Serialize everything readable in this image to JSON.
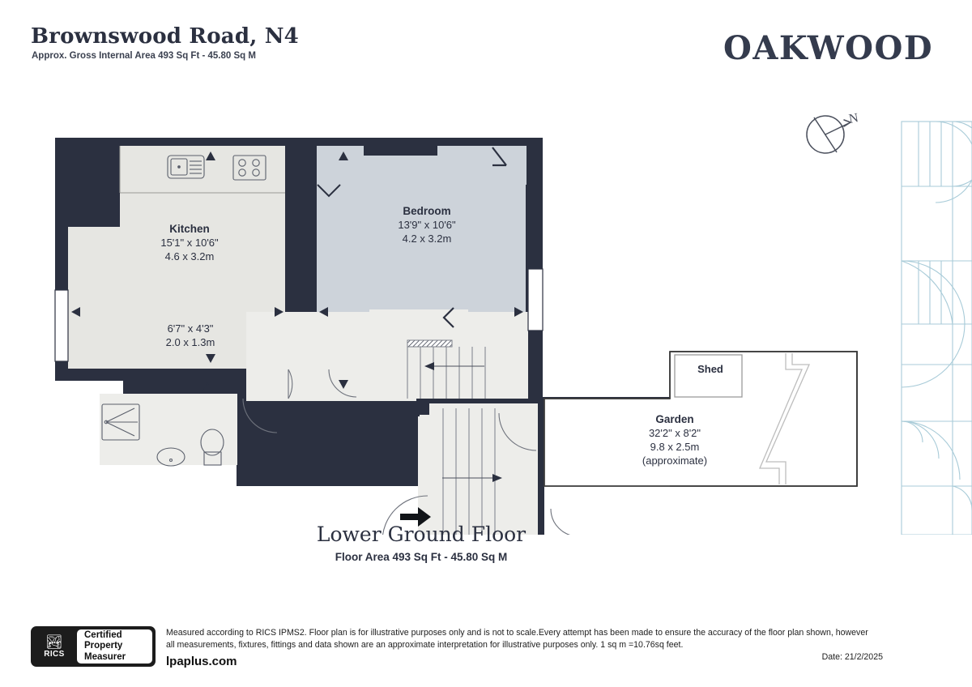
{
  "header": {
    "title": "Brownswood Road, N4",
    "subtitle": "Approx. Gross Internal Area 493 Sq Ft - 45.80 Sq M",
    "brand": "OAKWOOD"
  },
  "compass": {
    "north_label": "N"
  },
  "rooms": [
    {
      "key": "kitchen",
      "name": "Kitchen",
      "dim_imperial": "15'1\" x 10'6\"",
      "dim_metric": "4.6 x 3.2m",
      "fill": "#e6e6e2"
    },
    {
      "key": "bedroom",
      "name": "Bedroom",
      "dim_imperial": "13'9\" x 10'6\"",
      "dim_metric": "4.2 x 3.2m",
      "fill": "#cdd3da"
    },
    {
      "key": "bathroom",
      "name": "",
      "dim_imperial": "6'7\" x 4'3\"",
      "dim_metric": "2.0 x 1.3m",
      "fill": "#e6e6e2"
    },
    {
      "key": "garden",
      "name": "Garden",
      "dim_imperial": "32'2\" x 8'2\"",
      "dim_metric": "9.8 x 2.5m",
      "note": "(approximate)",
      "fill": "#ffffff"
    },
    {
      "key": "shed",
      "name": "Shed",
      "dim_imperial": "",
      "dim_metric": "",
      "fill": "#ffffff"
    }
  ],
  "floor": {
    "title": "Lower Ground Floor",
    "area": "Floor Area 493 Sq Ft - 45.80 Sq M"
  },
  "certification": {
    "mark_word": "RICS",
    "line1": "Certified",
    "line2": "Property",
    "line3": "Measurer"
  },
  "footer": {
    "disclaimer": "Measured according to RICS IPMS2. Floor plan is for illustrative purposes only and is not to scale.Every attempt has been made to ensure the accuracy of the floor plan shown, however all measurements, fixtures, fittings and data shown are an approximate interpretation for illustrative purposes only. 1 sq m =10.76sq feet.",
    "website": "lpaplus.com",
    "date": "Date: 21/2/2025"
  },
  "colors": {
    "wall": "#2b3040",
    "kitchen_fill": "#e6e6e2",
    "bedroom_fill": "#cdd3da",
    "hall_fill": "#ededea",
    "outline": "#5a5f6b",
    "pattern": "#a8cbd8",
    "text": "#2b3040"
  }
}
